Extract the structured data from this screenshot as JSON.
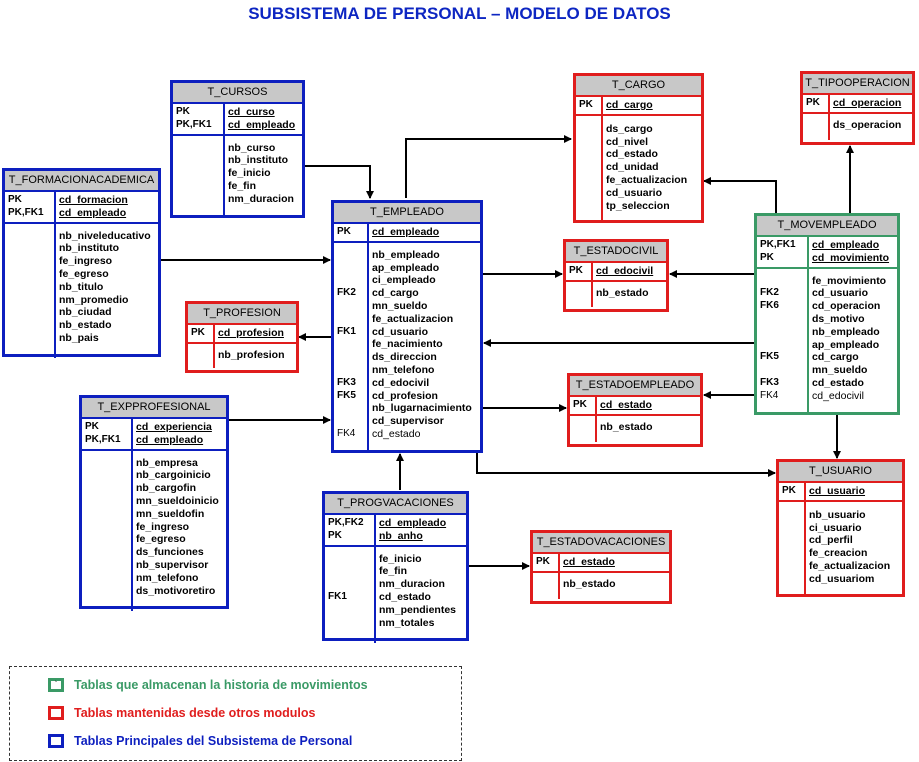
{
  "title": "SUBSISTEMA DE PERSONAL – MODELO DE DATOS",
  "colors": {
    "principal": "#0d1fbf",
    "otros_modulos": "#e01d1d",
    "historia": "#3a9a66",
    "header": "#c8c8c8",
    "title": "#0d26c2"
  },
  "tables": {
    "cursos": {
      "name": "T_CURSOS",
      "pk_keys": [
        "PK",
        "PK,FK1"
      ],
      "pk_fields": [
        "cd_curso",
        "cd_empleado"
      ],
      "keys": [],
      "fields": [
        "nb_curso",
        "nb_instituto",
        "fe_inicio",
        "fe_fin",
        "nm_duracion"
      ]
    },
    "formacion": {
      "name": "T_FORMACIONACADEMICA",
      "pk_keys": [
        "PK",
        "PK,FK1"
      ],
      "pk_fields": [
        "cd_formacion",
        "cd_empleado"
      ],
      "keys": [],
      "fields": [
        "nb_niveleducativo",
        "nb_instituto",
        "fe_ingreso",
        "fe_egreso",
        "nb_titulo",
        "nm_promedio",
        "nb_ciudad",
        "nb_estado",
        "nb_pais"
      ]
    },
    "empleado": {
      "name": "T_EMPLEADO",
      "pk_keys": [
        "PK"
      ],
      "pk_fields": [
        "cd_empleado"
      ],
      "keys": [
        "",
        "",
        "",
        "FK2",
        "",
        "",
        "FK1",
        "",
        "",
        "",
        "FK3",
        "FK5",
        "",
        "",
        "FK4"
      ],
      "fields": [
        "nb_empleado",
        "ap_empleado",
        "ci_empleado",
        "cd_cargo",
        "mn_sueldo",
        "fe_actualizacion",
        "cd_usuario",
        "fe_nacimiento",
        "ds_direccion",
        "nm_telefono",
        "cd_edocivil",
        "cd_profesion",
        "nb_lugarnacimiento",
        "cd_supervisor",
        "cd_estado"
      ]
    },
    "profesion": {
      "name": "T_PROFESION",
      "pk_keys": [
        "PK"
      ],
      "pk_fields": [
        "cd_profesion"
      ],
      "keys": [],
      "fields": [
        "nb_profesion"
      ]
    },
    "expprofesional": {
      "name": "T_EXPPROFESIONAL",
      "pk_keys": [
        "PK",
        "PK,FK1"
      ],
      "pk_fields": [
        "cd_experiencia",
        "cd_empleado"
      ],
      "keys": [],
      "fields": [
        "nb_empresa",
        "nb_cargoinicio",
        "nb_cargofin",
        "mn_sueldoinicio",
        "mn_sueldofin",
        "fe_ingreso",
        "fe_egreso",
        "ds_funciones",
        "nb_supervisor",
        "nm_telefono",
        "ds_motivoretiro"
      ]
    },
    "progvacaciones": {
      "name": "T_PROGVACACIONES",
      "pk_keys": [
        "PK,FK2",
        "PK"
      ],
      "pk_fields": [
        "cd_empleado",
        "nb_anho"
      ],
      "keys": [
        "",
        "",
        "",
        "FK1",
        "",
        ""
      ],
      "fields": [
        "fe_inicio",
        "fe_fin",
        "nm_duracion",
        "cd_estado",
        "nm_pendientes",
        "nm_totales"
      ]
    },
    "cargo": {
      "name": "T_CARGO",
      "pk_keys": [
        "PK"
      ],
      "pk_fields": [
        "cd_cargo"
      ],
      "keys": [],
      "fields": [
        "ds_cargo",
        "cd_nivel",
        "cd_estado",
        "cd_unidad",
        "fe_actualizacion",
        "cd_usuario",
        "tp_seleccion"
      ]
    },
    "tipooperacion": {
      "name": "T_TIPOOPERACION",
      "pk_keys": [
        "PK"
      ],
      "pk_fields": [
        "cd_operacion"
      ],
      "keys": [],
      "fields": [
        "ds_operacion"
      ]
    },
    "estadocivil": {
      "name": "T_ESTADOCIVIL",
      "pk_keys": [
        "PK"
      ],
      "pk_fields": [
        "cd_edocivil"
      ],
      "keys": [],
      "fields": [
        "nb_estado"
      ]
    },
    "movempleado": {
      "name": "T_MOVEMPLEADO",
      "pk_keys": [
        "PK,FK1",
        "PK"
      ],
      "pk_fields": [
        "cd_empleado",
        "cd_movimiento"
      ],
      "keys": [
        "",
        "FK2",
        "FK6",
        "",
        "",
        "",
        "FK5",
        "",
        "FK3",
        "FK4"
      ],
      "fields": [
        "fe_movimiento",
        "cd_usuario",
        "cd_operacion",
        "ds_motivo",
        "nb_empleado",
        "ap_empleado",
        "cd_cargo",
        "mn_sueldo",
        "cd_estado",
        "cd_edocivil"
      ]
    },
    "estadoempleado": {
      "name": "T_ESTADOEMPLEADO",
      "pk_keys": [
        "PK"
      ],
      "pk_fields": [
        "cd_estado"
      ],
      "keys": [],
      "fields": [
        "nb_estado"
      ]
    },
    "usuario": {
      "name": "T_USUARIO",
      "pk_keys": [
        "PK"
      ],
      "pk_fields": [
        "cd_usuario"
      ],
      "keys": [],
      "fields": [
        "nb_usuario",
        "ci_usuario",
        "cd_perfil",
        "fe_creacion",
        "fe_actualizacion",
        "cd_usuariom"
      ]
    },
    "estadovacaciones": {
      "name": "T_ESTADOVACACIONES",
      "pk_keys": [
        "PK"
      ],
      "pk_fields": [
        "cd_estado"
      ],
      "keys": [],
      "fields": [
        "nb_estado"
      ]
    }
  },
  "legend": {
    "historia_mark": "`",
    "historia": "Tablas que almacenan la historia de movimientos",
    "otros_modulos": "Tablas mantenidas desde otros modulos",
    "principal": "Tablas Principales del Subsistema de Personal"
  }
}
